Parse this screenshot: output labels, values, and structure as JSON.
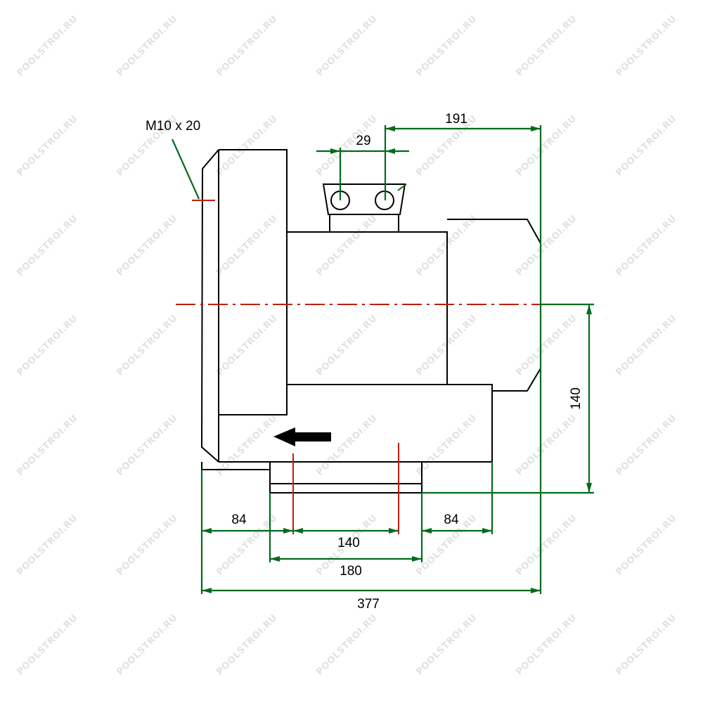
{
  "colors": {
    "outline": "#000000",
    "dimension": "#006b1c",
    "centerline": "#c01e0e",
    "watermark": "#e2e2e2",
    "background": "#ffffff"
  },
  "watermark": "POOLSTROI.RU",
  "labels": {
    "thread": "M10 x 20",
    "dim_191": "191",
    "dim_29": "29",
    "dim_140_vertical": "140",
    "dim_84_left": "84",
    "dim_84_right": "84",
    "dim_140_base": "140",
    "dim_180": "180",
    "dim_377": "377"
  },
  "icons": {
    "flow_arrow": "arrow-left-icon"
  }
}
